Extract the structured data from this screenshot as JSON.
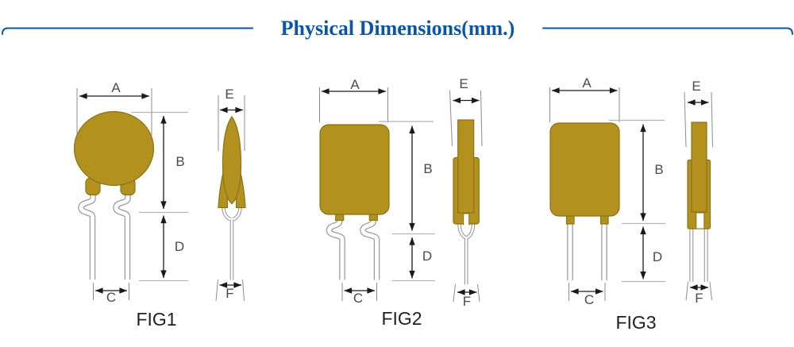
{
  "title": "Physical Dimensions(mm.)",
  "colors": {
    "accent": "#0b55a5",
    "body_fill": "#b2911e",
    "body_stroke": "#8a7216",
    "dim_line": "#1a1a1a",
    "ext_line": "#8c8c8c",
    "ref_line": "#b5b5b5",
    "label_text": "#4a4a4a",
    "fig_text": "#1f1f1f",
    "lead_outline": "#9a9a9a"
  },
  "figures": [
    {
      "name": "FIG1",
      "labels": {
        "A": "A",
        "B": "B",
        "C": "C",
        "D": "D",
        "E": "E",
        "F": "F"
      }
    },
    {
      "name": "FIG2",
      "labels": {
        "A": "A",
        "B": "B",
        "C": "C",
        "D": "D",
        "E": "E",
        "F": "F"
      }
    },
    {
      "name": "FIG3",
      "labels": {
        "A": "A",
        "B": "B",
        "C": "C",
        "D": "D",
        "E": "E",
        "F": "F"
      }
    }
  ]
}
